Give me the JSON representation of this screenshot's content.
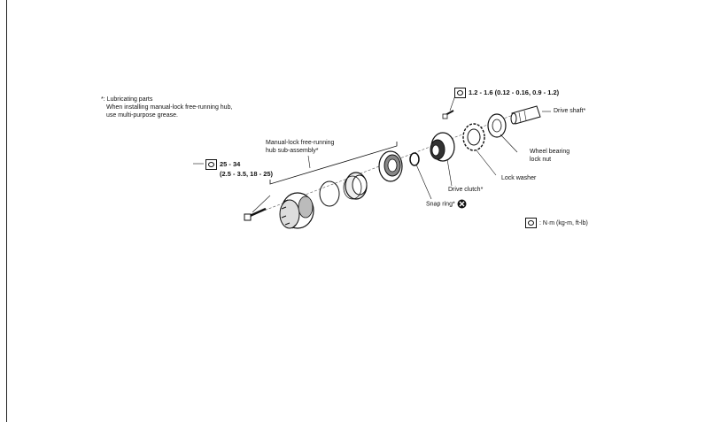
{
  "notes": {
    "lubricating_line1": "*: Lubricating parts",
    "lubricating_line2": "When installing manual-lock free-running hub,",
    "lubricating_line3": "use multi-purpose grease."
  },
  "labels": {
    "subassembly_line1": "Manual-lock free-running",
    "subassembly_line2": "hub sub-assembly*",
    "torque_bolt_line1": "25 - 34",
    "torque_bolt_line2": "(2.5 - 3.5, 18 - 25)",
    "torque_top": "1.2 - 1.6 (0.12 - 0.16, 0.9 - 1.2)",
    "drive_shaft": "Drive shaft*",
    "wheel_bearing_line1": "Wheel bearing",
    "wheel_bearing_line2": "lock nut",
    "lock_washer": "Lock washer",
    "drive_clutch": "Drive clutch*",
    "snap_ring": "Snap ring*",
    "units_legend": ": N·m (kg-m, ft-lb)"
  },
  "icons": [
    "torque-wrench-icon",
    "replace-part-icon"
  ],
  "colors": {
    "line": "#111111",
    "background": "#ffffff"
  }
}
